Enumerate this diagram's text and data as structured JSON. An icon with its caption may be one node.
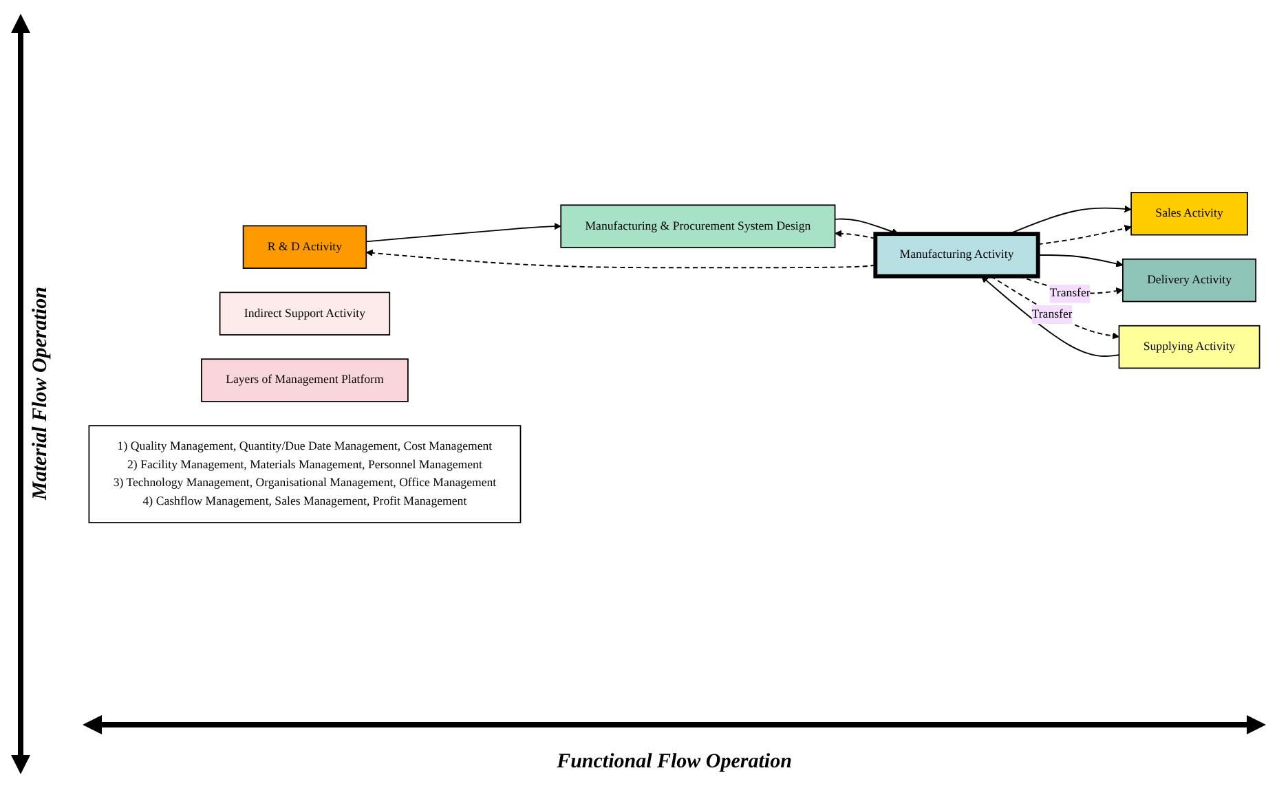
{
  "diagram": {
    "nodes": [
      {
        "text": [
          "R & D Activity"
        ]
      },
      {
        "text": [
          "Manufacturing & Procurement System Design"
        ]
      },
      {
        "text": [
          "Supplying Activity"
        ]
      },
      {
        "text": [
          "Manufacturing Activity"
        ]
      },
      {
        "text": [
          "Sales Activity"
        ]
      },
      {
        "text": [
          "Delivery Activity"
        ]
      },
      {
        "text": [
          "Indirect Support Activity"
        ]
      },
      {
        "text": [
          "Layers of Management Platform"
        ]
      },
      {
        "text": [
          "1) Quality Management, Quantity/Due Date Management, Cost Management",
          "2) Facility Management, Materials Management, Personnel Management",
          "3) Technology Management, Organisational Management, Office Management",
          "4) Cashflow Management, Sales Management, Profit Management"
        ]
      }
    ],
    "edges": [
      {
        "from": 0,
        "to": 1,
        "arrow": "to"
      },
      {
        "from": 1,
        "to": 3,
        "arrow": "to"
      },
      {
        "from": 2,
        "to": 3,
        "arrow": "to"
      },
      {
        "from": 3,
        "to": 4,
        "arrow": "to"
      },
      {
        "from": 3,
        "to": 5,
        "arrow": "to"
      },
      {
        "from": 3,
        "to": 2,
        "arrow": "to",
        "style": "dashed",
        "label": "Transfer"
      },
      {
        "from": 3,
        "to": 4,
        "arrow": "to",
        "style": "dashed"
      },
      {
        "from": 3,
        "to": 1,
        "arrow": "to",
        "style": "dashed"
      },
      {
        "from": 3,
        "to": 0,
        "arrow": "to",
        "style": "dashed"
      },
      {
        "from": 3,
        "to": 5,
        "arrow": "to",
        "style": "dashed",
        "label": "Transfer"
      }
    ],
    "labels": [
      "Material Flow Operation",
      "Functional Flow Operation"
    ]
  }
}
